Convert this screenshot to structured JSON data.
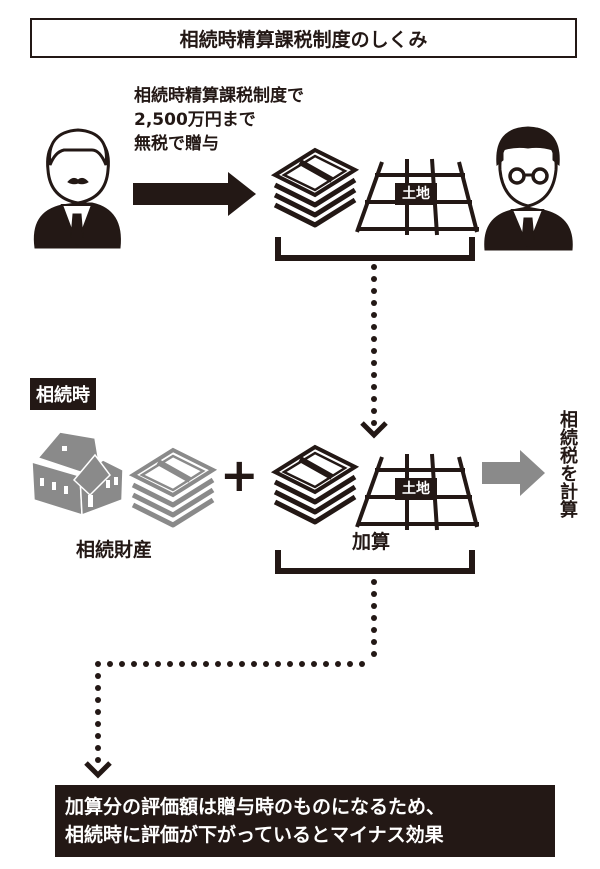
{
  "title": "相続時精算課税制度のしくみ",
  "gift_description": {
    "lines": [
      "相続時精算課税制度で",
      "2,500万円まで",
      "無税で贈与"
    ]
  },
  "land_label": "土地",
  "inheritance_time_label": "相続時",
  "inherited_assets_label": "相続財産",
  "plus_sign": "+",
  "added_label": "加算",
  "result_label": "相続税を計算",
  "note": {
    "lines": [
      "加算分の評価額は贈与時のものになるため、",
      "相続時に評価が下がっているとマイナス効果"
    ]
  },
  "colors": {
    "ink": "#231815",
    "gray": "#888888",
    "white": "#ffffff"
  }
}
